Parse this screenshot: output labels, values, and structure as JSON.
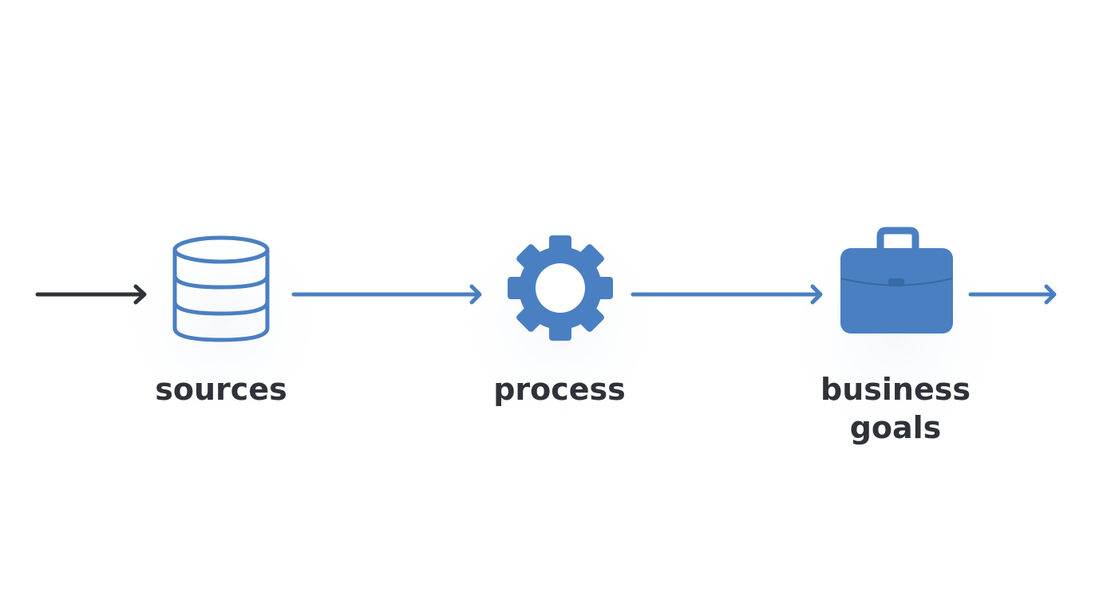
{
  "colors": {
    "accent": "#4a7fc1",
    "input_arrow": "#2f3238",
    "text": "#2f3238"
  },
  "nodes": [
    {
      "id": "sources",
      "icon": "database-icon",
      "label": "sources"
    },
    {
      "id": "process",
      "icon": "gear-icon",
      "label": "process"
    },
    {
      "id": "goals",
      "icon": "briefcase-icon",
      "label_lines": [
        "business",
        "goals"
      ]
    }
  ]
}
